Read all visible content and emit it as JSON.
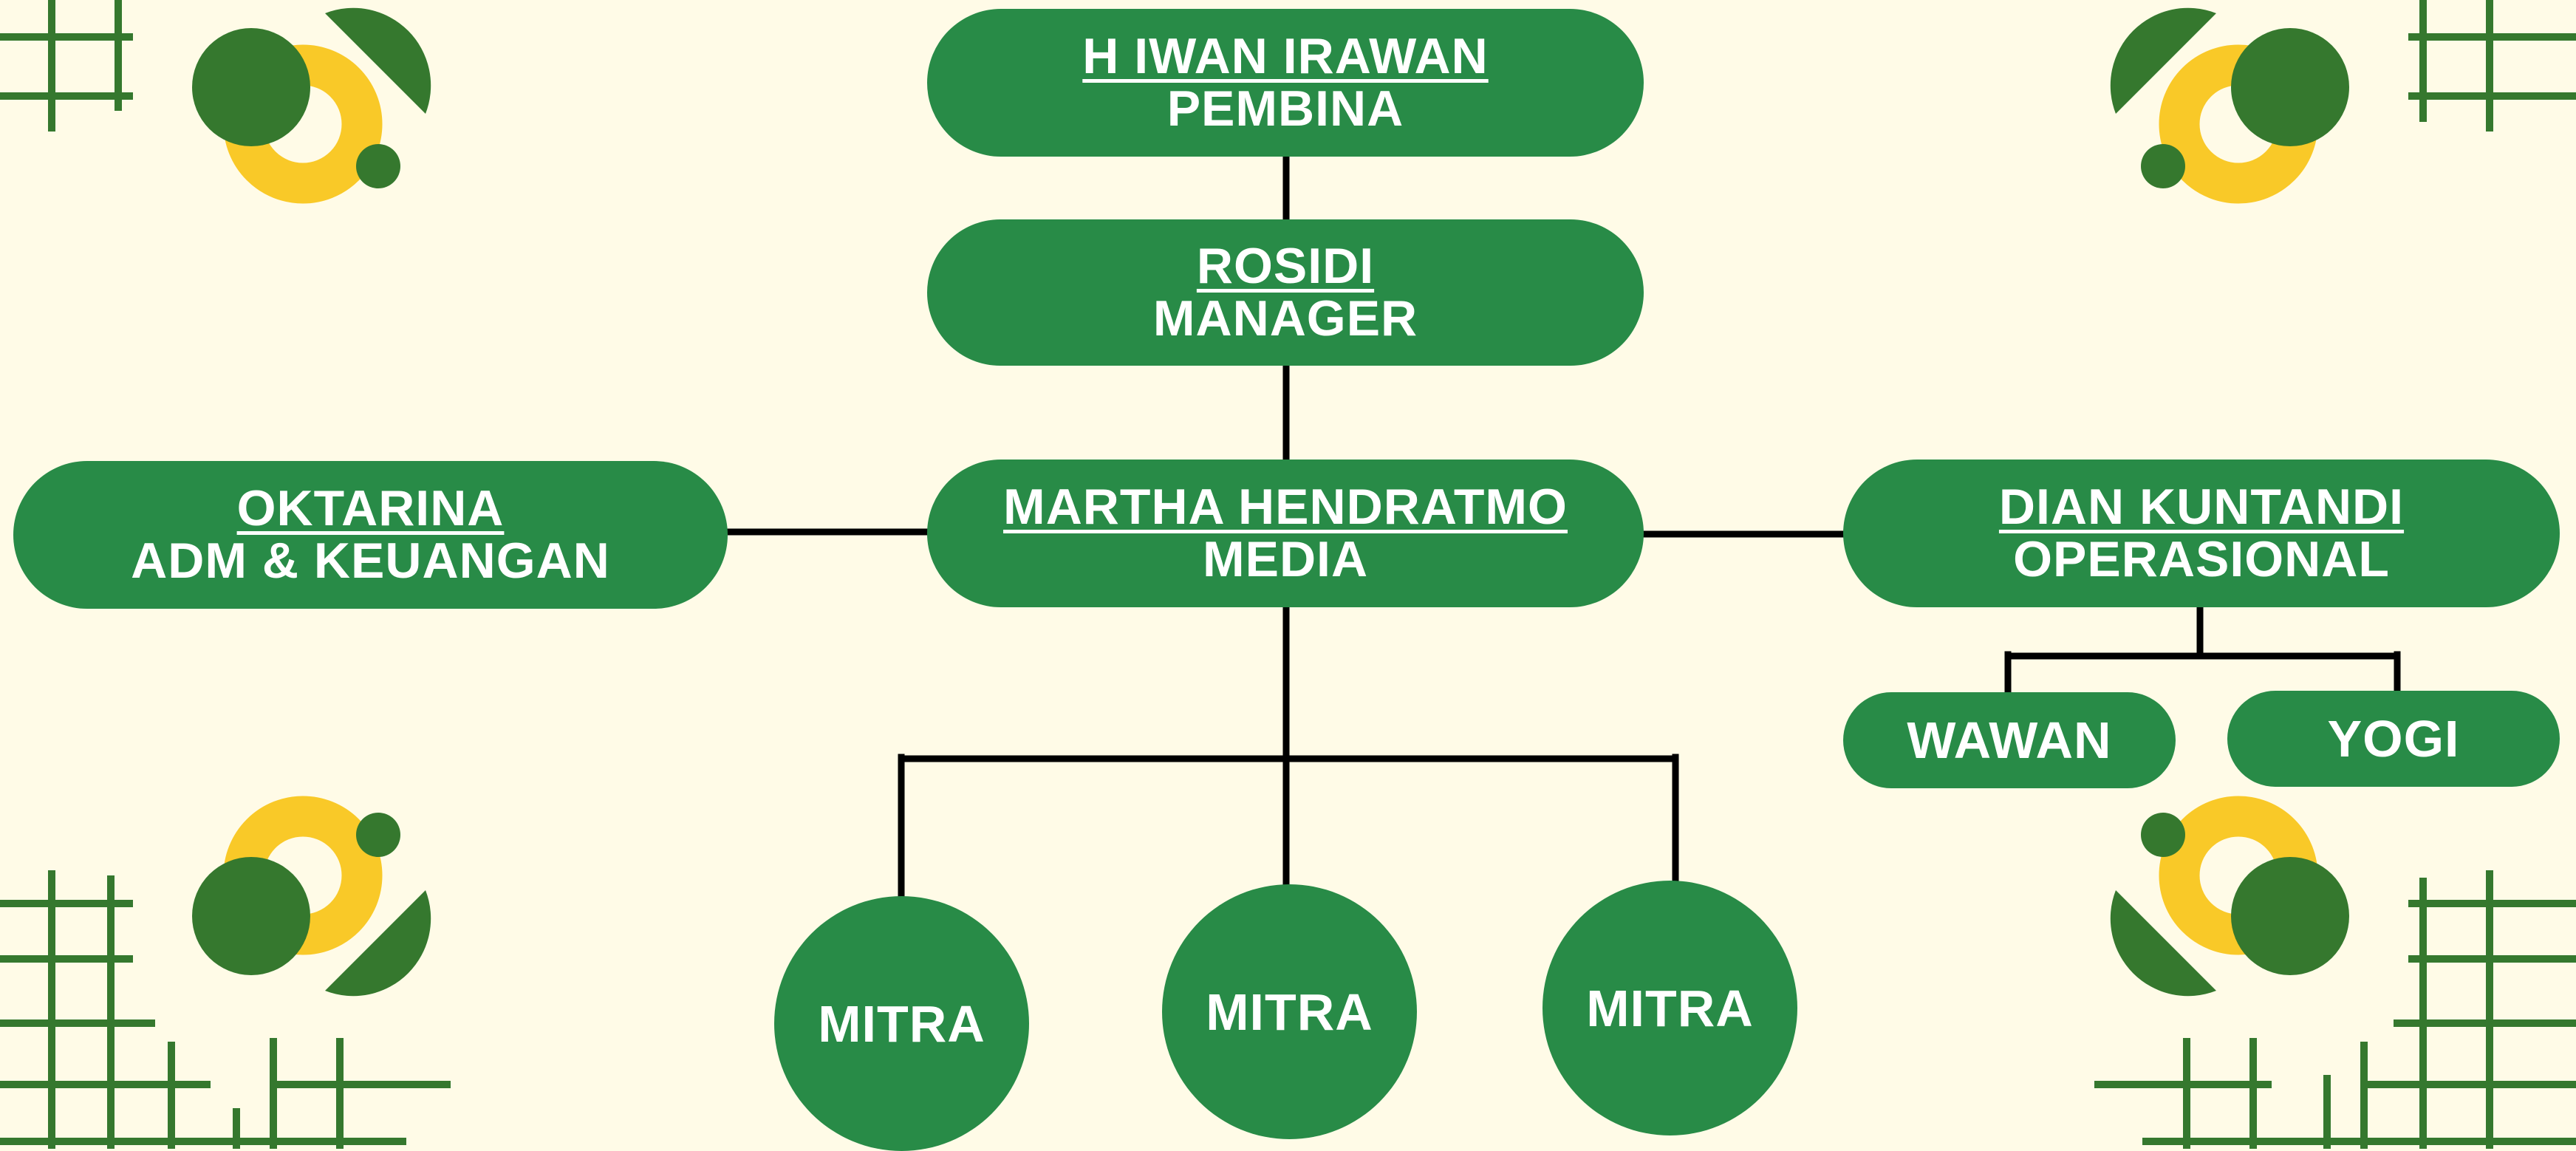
{
  "diagram": {
    "type": "organization-chart",
    "colors": {
      "background": "#fffbe7",
      "box": "#288b47",
      "text": "#ffffff",
      "line": "#000000",
      "accent_green": "#35782e",
      "accent_yellow": "#f9c928"
    },
    "top": {
      "name": "H IWAN IRAWAN",
      "role": "PEMBINA"
    },
    "manager": {
      "name": "ROSIDI",
      "role": "MANAGER"
    },
    "media": {
      "name": "MARTHA HENDRATMO",
      "role": "MEDIA"
    },
    "admin": {
      "name": "OKTARINA",
      "role": "ADM & KEUANGAN"
    },
    "operations": {
      "name": "DIAN KUNTANDI",
      "role": "OPERASIONAL"
    },
    "operations_staff": [
      "WAWAN",
      "YOGI"
    ],
    "partners": [
      "MITRA",
      "MITRA",
      "MITRA"
    ]
  }
}
